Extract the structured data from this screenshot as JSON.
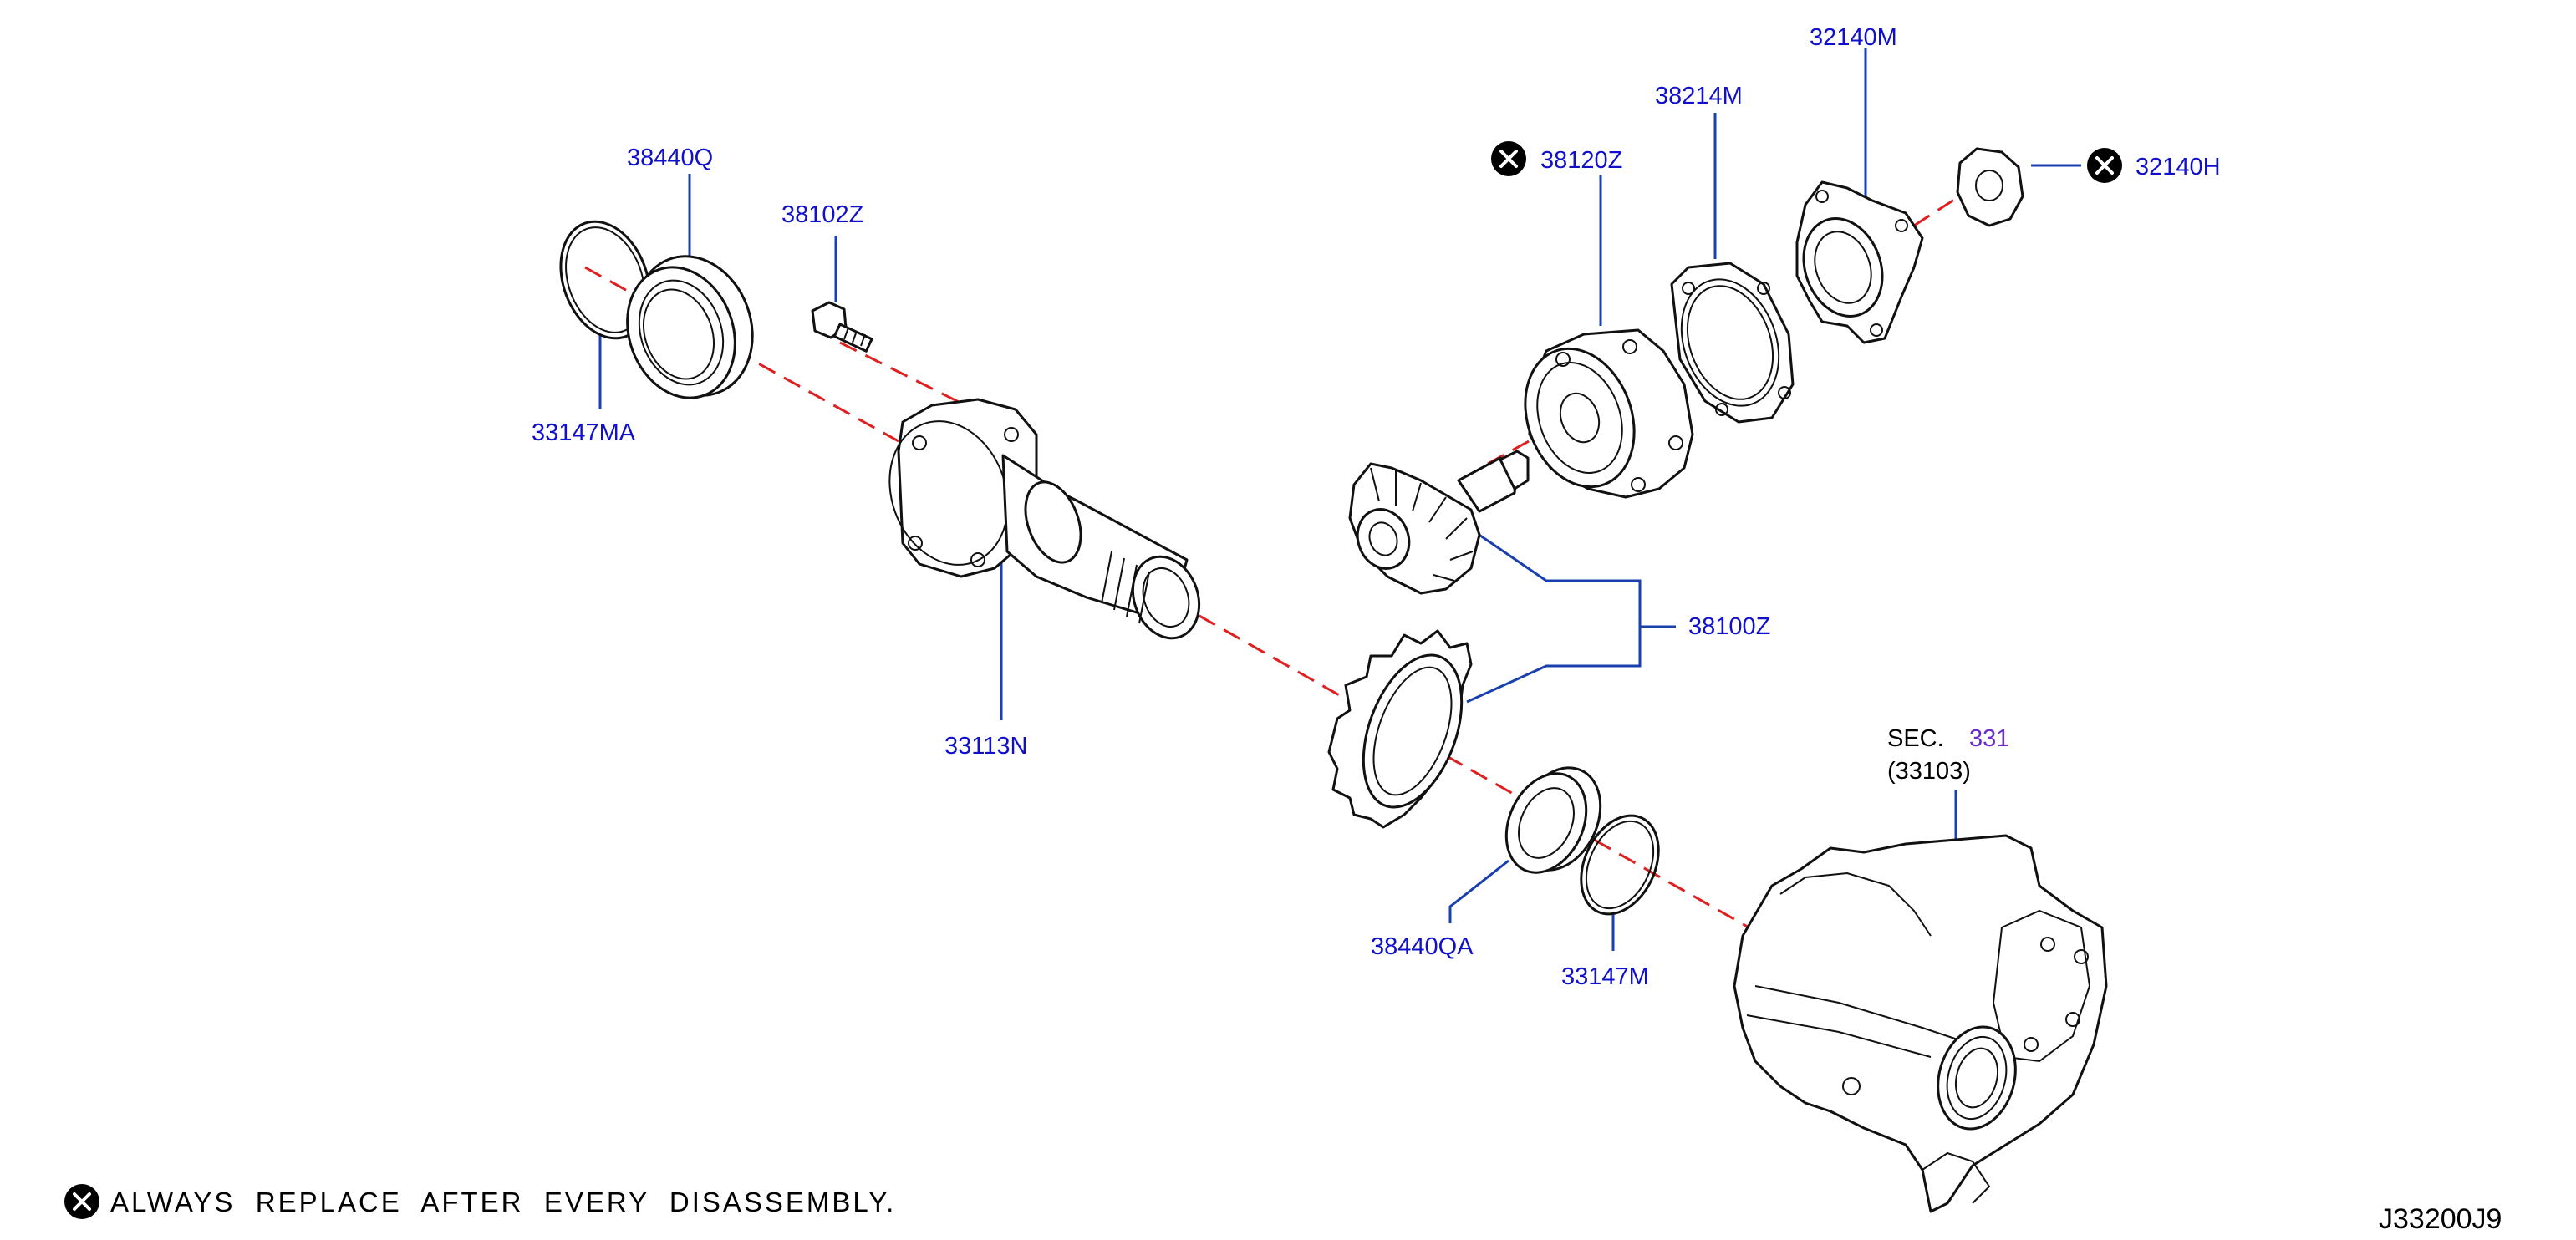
{
  "parts": {
    "p38440Q": "38440Q",
    "p38102Z": "38102Z",
    "p33147MA": "33147MA",
    "p33113N": "33113N",
    "p38120Z": "38120Z",
    "p38214M": "38214M",
    "p32140M": "32140M",
    "p32140H": "32140H",
    "p38100Z": "38100Z",
    "p38440QA": "38440QA",
    "p33147M": "33147M"
  },
  "section_ref": {
    "prefix": "SEC.",
    "number": "331",
    "sub": "(33103)"
  },
  "legend": {
    "note": "ALWAYS  REPLACE  AFTER  EVERY  DISASSEMBLY."
  },
  "diagram_code": "J33200J9",
  "colors": {
    "label": "#1010cc",
    "leader": "#1a3fae",
    "axis": "#e02020",
    "section_number": "#6a2ccc"
  },
  "icons": {
    "replace_marker": "x-circle-icon"
  }
}
